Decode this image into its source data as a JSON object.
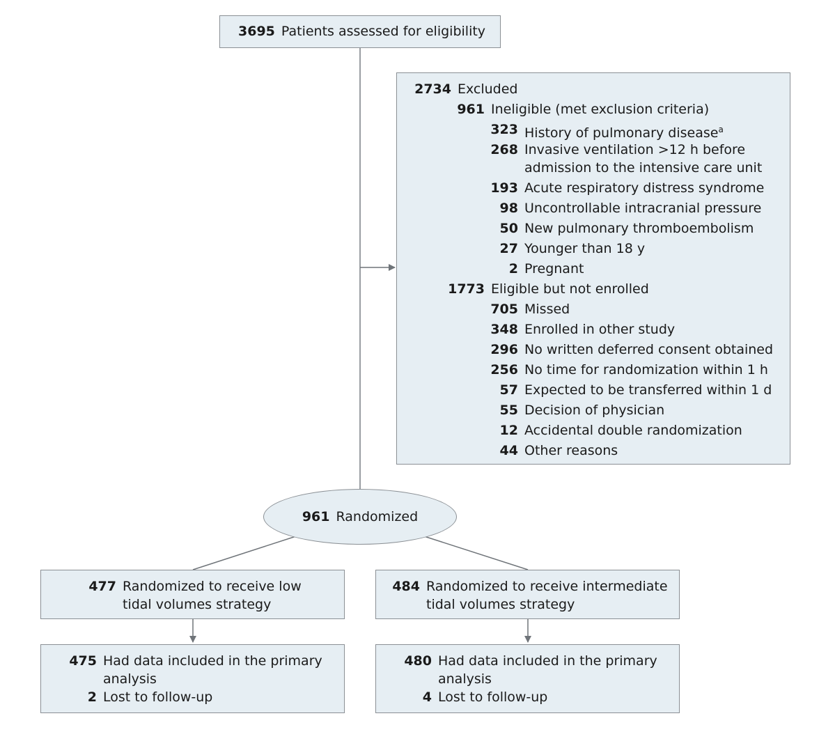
{
  "assessed": {
    "n": "3695",
    "text": "Patients assessed for eligibility"
  },
  "excluded": {
    "n": "2734",
    "text": "Excluded",
    "ineligible": {
      "n": "961",
      "text": "Ineligible (met exclusion criteria)"
    },
    "ineligible_items": [
      {
        "n": "323",
        "text": "History of pulmonary disease",
        "sup": "a"
      },
      {
        "n": "268",
        "text": "Invasive ventilation >12 h before",
        "text2": "admission to the intensive care unit"
      },
      {
        "n": "193",
        "text": "Acute respiratory distress syndrome"
      },
      {
        "n": "98",
        "text": "Uncontrollable intracranial pressure"
      },
      {
        "n": "50",
        "text": "New pulmonary thromboembolism"
      },
      {
        "n": "27",
        "text": "Younger than 18 y"
      },
      {
        "n": "2",
        "text": "Pregnant"
      }
    ],
    "not_enrolled": {
      "n": "1773",
      "text": "Eligible but not enrolled"
    },
    "not_enrolled_items": [
      {
        "n": "705",
        "text": "Missed"
      },
      {
        "n": "348",
        "text": "Enrolled in other study"
      },
      {
        "n": "296",
        "text": "No written deferred consent obtained"
      },
      {
        "n": "256",
        "text": "No time for randomization within 1 h"
      },
      {
        "n": "57",
        "text": "Expected to be transferred within 1 d"
      },
      {
        "n": "55",
        "text": "Decision of physician"
      },
      {
        "n": "12",
        "text": "Accidental double randomization"
      },
      {
        "n": "44",
        "text": "Other reasons"
      }
    ]
  },
  "randomized": {
    "n": "961",
    "text": "Randomized"
  },
  "low": {
    "n": "477",
    "line1": "Randomized to receive low",
    "line2": "tidal volumes strategy"
  },
  "intermediate": {
    "n": "484",
    "line1": "Randomized to receive intermediate",
    "line2": "tidal volumes strategy"
  },
  "low_analysis": {
    "n1": "475",
    "t1a": "Had data included in the primary",
    "t1b": "analysis",
    "n2": "2",
    "t2": "Lost to follow-up"
  },
  "int_analysis": {
    "n1": "480",
    "t1a": "Had data included in the primary",
    "t1b": "analysis",
    "n2": "4",
    "t2": "Lost to follow-up"
  },
  "colors": {
    "box_fill": "#e6eef3",
    "box_border": "#8a8f94",
    "line": "#8a8f94"
  }
}
